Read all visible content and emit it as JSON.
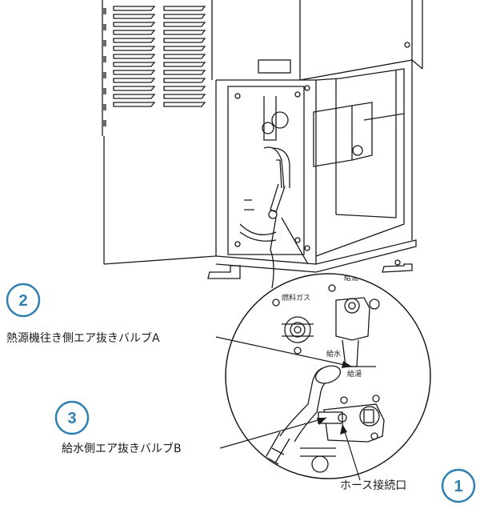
{
  "labels": {
    "valve_a": "熱源機往き側エア抜きバルブA",
    "valve_b": "給水側エア抜きバルブB",
    "hose_port": "ホース接続口"
  },
  "badges": {
    "one": "1",
    "two": "2",
    "three": "3"
  },
  "unit_markings": {
    "fuel_gas": "燃料ガス",
    "supply": "給水",
    "water_top": "給湯"
  },
  "colors": {
    "badge": "#2f7fb3",
    "line": "#1a1a1a"
  }
}
